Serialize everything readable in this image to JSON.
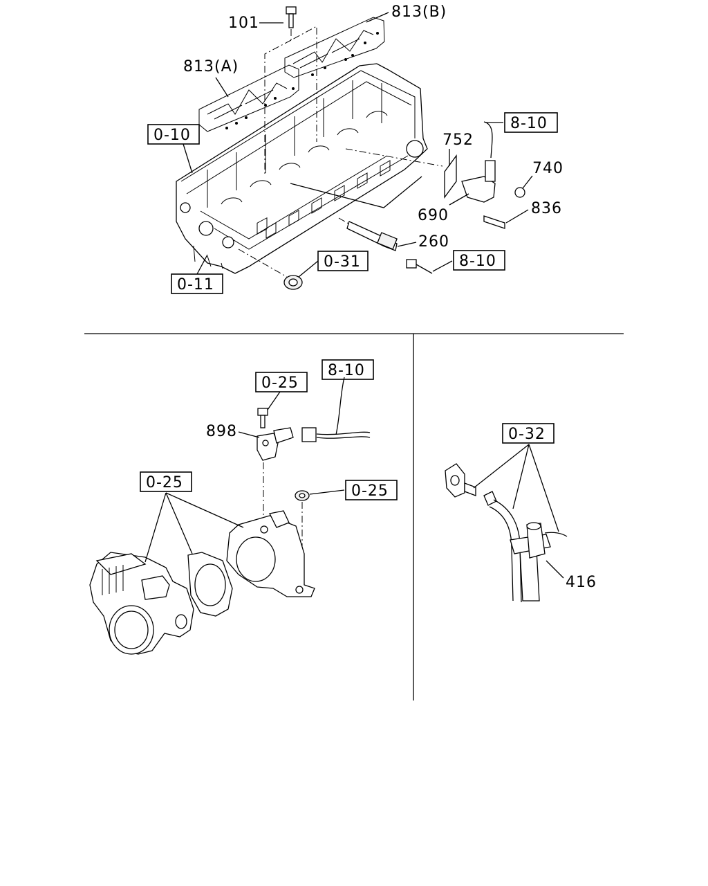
{
  "top_section": {
    "labels": {
      "bolt": "101",
      "gasket_b": "813(B)",
      "gasket_a": "813(A)",
      "sensor_bracket": "752",
      "nut": "740",
      "sensor": "690",
      "sensor_bolt": "836",
      "glow_plug": "260"
    },
    "refs": {
      "cylinder_head": "0-10",
      "head_lower": "0-11",
      "plug": "0-31",
      "harness_upper": "8-10",
      "harness_lower": "8-10"
    }
  },
  "bottom_left": {
    "labels": {
      "sensor": "898"
    },
    "refs": {
      "bolt_ref": "0-25",
      "harness_ref": "8-10",
      "throttle_ref": "0-25",
      "nut_ref": "0-25"
    }
  },
  "bottom_right": {
    "labels": {
      "sensor": "416"
    },
    "refs": {
      "pipe_ref": "0-32"
    }
  }
}
